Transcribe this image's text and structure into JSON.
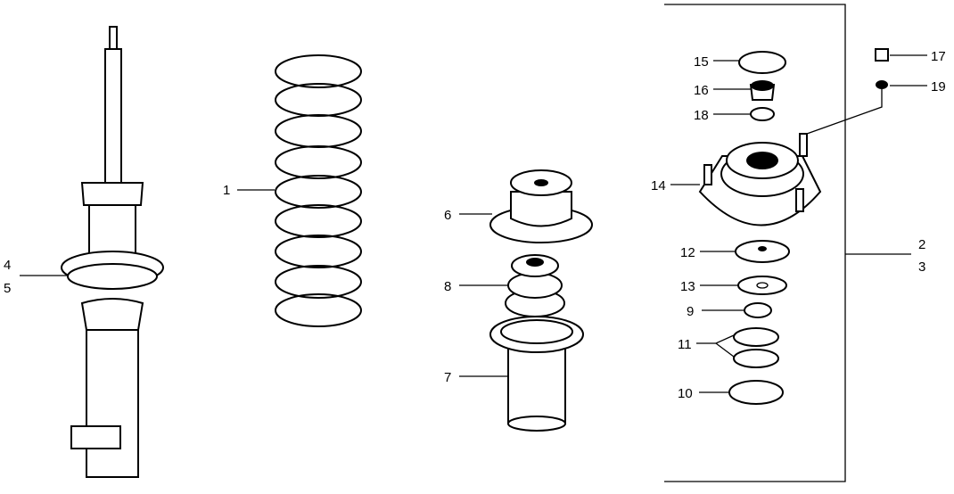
{
  "diagram": {
    "part_labels": {
      "p1": "1",
      "p2": "2",
      "p3": "3",
      "p4": "4",
      "p5": "5",
      "p6": "6",
      "p7": "7",
      "p8": "8",
      "p9": "9",
      "p10": "10",
      "p11": "11",
      "p12": "12",
      "p13": "13",
      "p14": "14",
      "p15": "15",
      "p16": "16",
      "p17": "17",
      "p18": "18",
      "p19": "19"
    }
  }
}
